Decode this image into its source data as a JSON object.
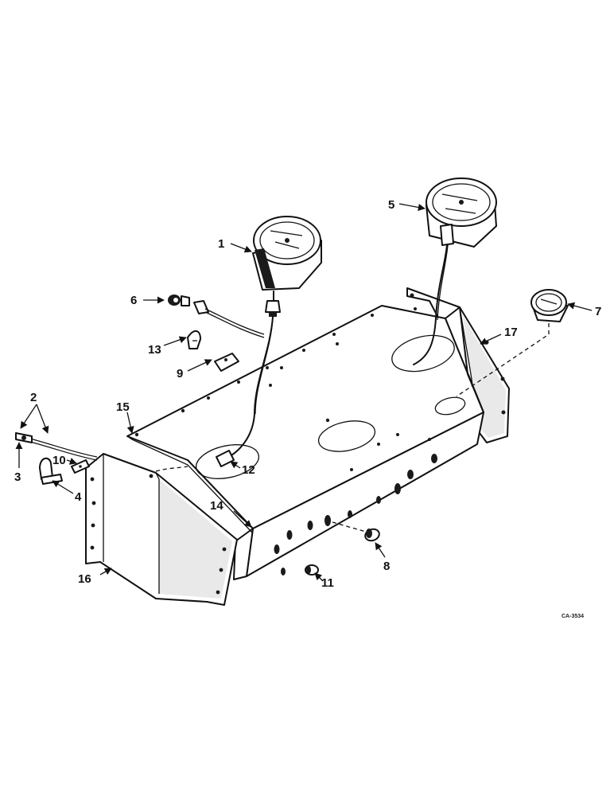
{
  "callouts": [
    "1",
    "2",
    "3",
    "4",
    "5",
    "6",
    "7",
    "8",
    "9",
    "10",
    "11",
    "12",
    "13",
    "14",
    "15",
    "16",
    "17"
  ],
  "drawing_code": "CA-3534"
}
